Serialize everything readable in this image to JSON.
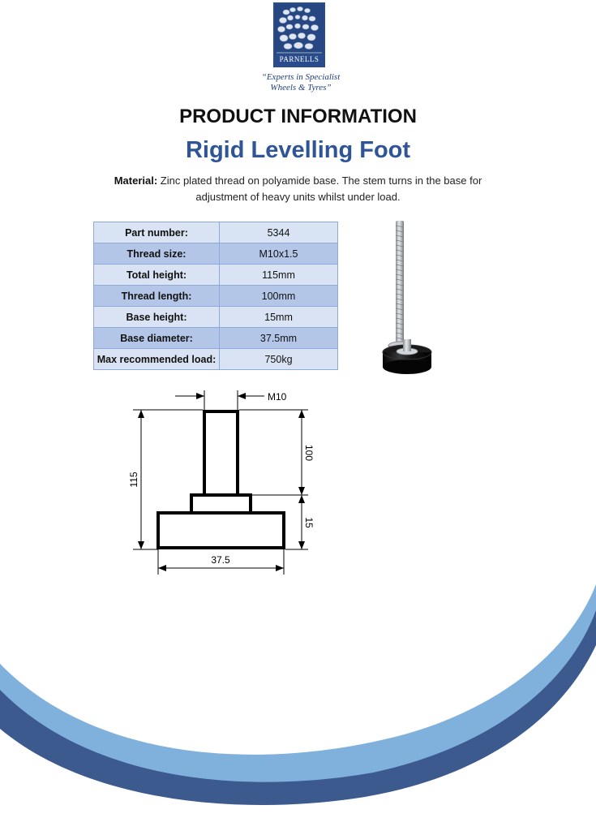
{
  "brand": {
    "logo_word": "PARNELLS",
    "tagline_line1": "“Experts in Specialist",
    "tagline_line2": "Wheels & Tyres”",
    "colors": {
      "logo_blue": "#2a4c8c",
      "title_blue": "#2f5597"
    }
  },
  "heading": "PRODUCT INFORMATION",
  "product_title": "Rigid Levelling Foot",
  "material": {
    "label": "Material:",
    "text": " Zinc plated thread on polyamide base. The stem turns in the base for adjustment of heavy units whilst under load."
  },
  "specs": [
    {
      "label": "Part number:",
      "value": "5344"
    },
    {
      "label": "Thread size:",
      "value": "M10x1.5"
    },
    {
      "label": "Total height:",
      "value": "115mm"
    },
    {
      "label": "Thread length:",
      "value": "100mm"
    },
    {
      "label": "Base height:",
      "value": "15mm"
    },
    {
      "label": "Base diameter:",
      "value": "37.5mm"
    },
    {
      "label": "Max recommended load:",
      "value": "750kg"
    }
  ],
  "drawing": {
    "thread_label": "M10",
    "total_height": "115",
    "thread_length": "100",
    "base_height": "15",
    "base_diameter": "37.5"
  },
  "decor": {
    "wave_colors": {
      "light": "#7fb1dc",
      "dark": "#3c5a8e"
    }
  }
}
